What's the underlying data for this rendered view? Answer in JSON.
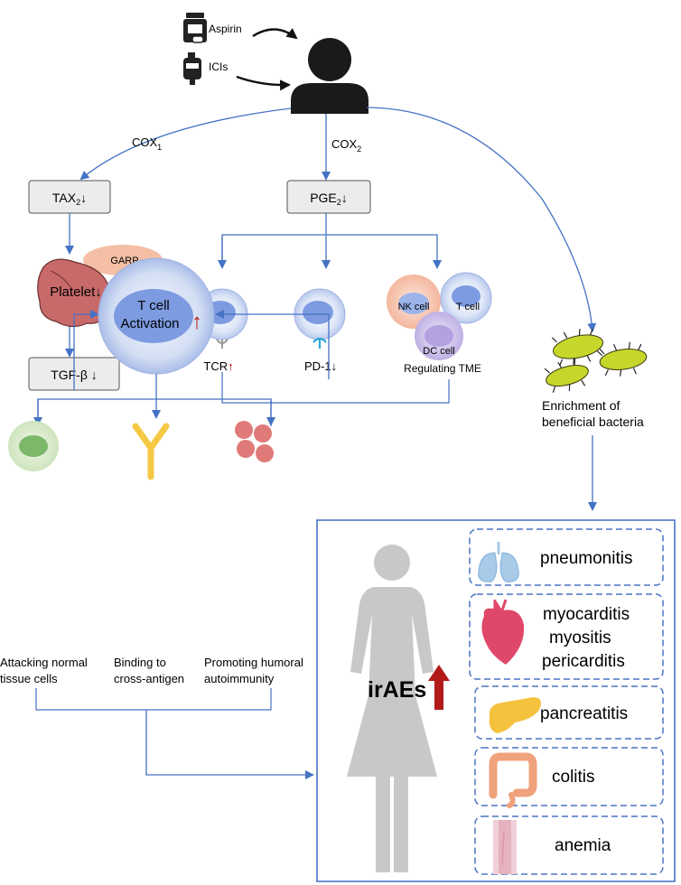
{
  "drugs": {
    "aspirin": "Aspirin",
    "icis": "ICIs"
  },
  "pathways": {
    "cox1_main": "COX",
    "cox1_sub": "1",
    "cox2_main": "COX",
    "cox2_sub": "2"
  },
  "boxes": {
    "tax2": {
      "main": "TAX",
      "sub": "2",
      "arrow": "↓"
    },
    "pge2": {
      "main": "PGE",
      "sub": "2",
      "arrow": "↓"
    },
    "tgfb": {
      "main": "TGF-β",
      "arrow": "↓"
    }
  },
  "platelet": {
    "garp": "GARP",
    "label": "Platelet",
    "arrow": "↓"
  },
  "receptors": {
    "tcr": {
      "label": "TCR",
      "arrow": "↑"
    },
    "pd1": {
      "label": "PD-1",
      "arrow": "↓"
    }
  },
  "tme": {
    "nk": "NK cell",
    "tcell": "T cell",
    "dc": "DC cell",
    "label": "Regulating TME"
  },
  "bacteria": {
    "line1": "Enrichment of",
    "line2": "beneficial bacteria"
  },
  "activation": {
    "line1": "T cell",
    "line2": "Activation",
    "arrow": "↑"
  },
  "effects": [
    {
      "line1": "Attacking normal",
      "line2": "tissue cells"
    },
    {
      "line1": "Binding to",
      "line2": "cross-antigen"
    },
    {
      "line1": "Promoting humoral",
      "line2": "autoimmunity"
    }
  ],
  "irae": {
    "label": "irAEs"
  },
  "conditions": {
    "pneumonitis": "pneumonitis",
    "cardiac": [
      "myocarditis",
      "myositis",
      "pericarditis"
    ],
    "pancreatitis": "pancreatitis",
    "colitis": "colitis",
    "anemia": "anemia"
  },
  "colors": {
    "arrow_blue": "#4472c4",
    "box_grey": "#ececec",
    "platelet": "#c96a6a",
    "garp": "#f4bfa5",
    "cell_blue": "#7d9be0",
    "nk_peach": "#f6c8b4",
    "dc_purple": "#b8a8de",
    "bacteria": "#c7d62a",
    "antibody": "#f6c945",
    "humoral": "#e07a78",
    "green_cell": "#cfe5c0",
    "dashed_border": "#4a74c4",
    "irae_arrow": "#b31b1b",
    "female_grey": "#c8c8c8"
  }
}
